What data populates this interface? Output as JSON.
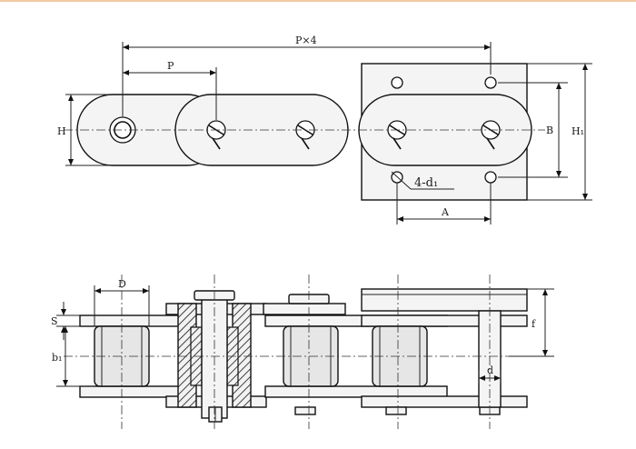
{
  "labels": {
    "pitch_total": "P×4",
    "pitch": "P",
    "link_height": "H",
    "plate_height": "H₁",
    "hole_spacing_v": "B",
    "hole_spacing_h": "A",
    "holes": "4-d₁",
    "roller_diameter": "D",
    "plate_thickness": "S",
    "inner_width": "b₁",
    "attachment_height": "f",
    "pin_diameter": "d"
  },
  "colors": {
    "line": "#111111",
    "fill": "#e6e6e6",
    "accent_border": "#f3c9a3"
  }
}
